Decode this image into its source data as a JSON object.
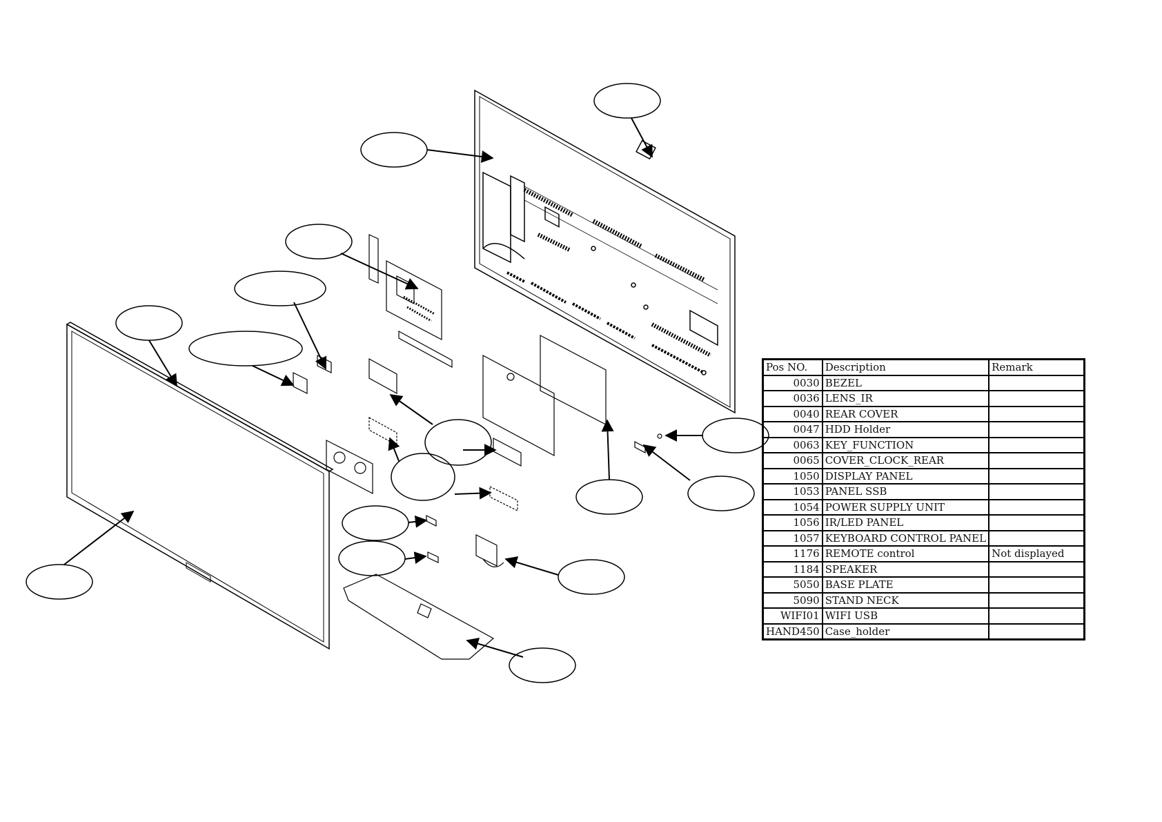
{
  "table": {
    "headers": {
      "pos": "Pos NO.",
      "description": "Description",
      "remark": "Remark"
    },
    "rows": [
      {
        "pos": "0030",
        "description": "BEZEL",
        "remark": ""
      },
      {
        "pos": "0036",
        "description": "LENS_IR",
        "remark": ""
      },
      {
        "pos": "0040",
        "description": "REAR COVER",
        "remark": ""
      },
      {
        "pos": "0047",
        "description": "HDD Holder",
        "remark": ""
      },
      {
        "pos": "0063",
        "description": "KEY_FUNCTION",
        "remark": ""
      },
      {
        "pos": "0065",
        "description": "COVER_CLOCK_REAR",
        "remark": ""
      },
      {
        "pos": "1050",
        "description": "DISPLAY PANEL",
        "remark": ""
      },
      {
        "pos": "1053",
        "description": "PANEL SSB",
        "remark": ""
      },
      {
        "pos": "1054",
        "description": "POWER SUPPLY UNIT",
        "remark": ""
      },
      {
        "pos": "1056",
        "description": "IR/LED PANEL",
        "remark": ""
      },
      {
        "pos": "1057",
        "description": "KEYBOARD CONTROL PANEL",
        "remark": ""
      },
      {
        "pos": "1176",
        "description": "REMOTE control",
        "remark": "Not displayed"
      },
      {
        "pos": "1184",
        "description": "SPEAKER",
        "remark": ""
      },
      {
        "pos": "5050",
        "description": "BASE PLATE",
        "remark": ""
      },
      {
        "pos": "5090",
        "description": "STAND NECK",
        "remark": ""
      },
      {
        "pos": "WIFI01",
        "description": "WIFI USB",
        "remark": ""
      },
      {
        "pos": "HAND450",
        "description": "Case_holder",
        "remark": ""
      }
    ]
  },
  "colors": {
    "line": "#000000",
    "background": "#ffffff"
  }
}
